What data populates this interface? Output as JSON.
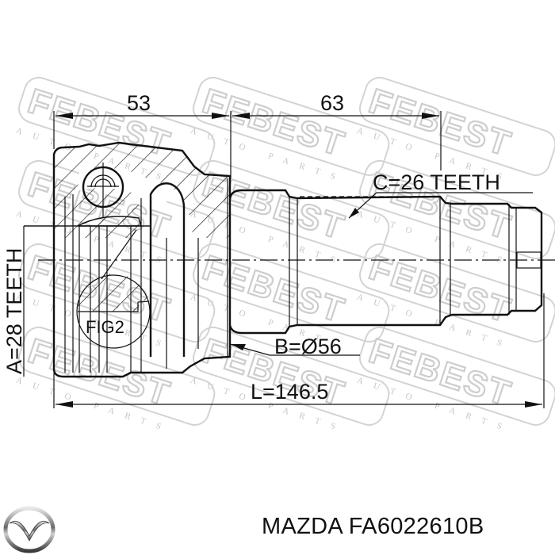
{
  "drawing": {
    "subject": "CV joint outer (technical drawing)",
    "watermark": {
      "brand": "FEBEST",
      "tagline": "AUTO PARTS"
    },
    "dimensions": {
      "bell_length": "53",
      "shaft_length": "63",
      "spline_outer": "C=26 TEETH",
      "spline_inner": "A=28 TEETH",
      "diameter": "B=Ø56",
      "total_length": "L=146.5"
    },
    "figure_label": "FIG2"
  },
  "footer": {
    "brand_logo": "mazda-logo",
    "part_text": "MAZDA FA6022610B"
  }
}
